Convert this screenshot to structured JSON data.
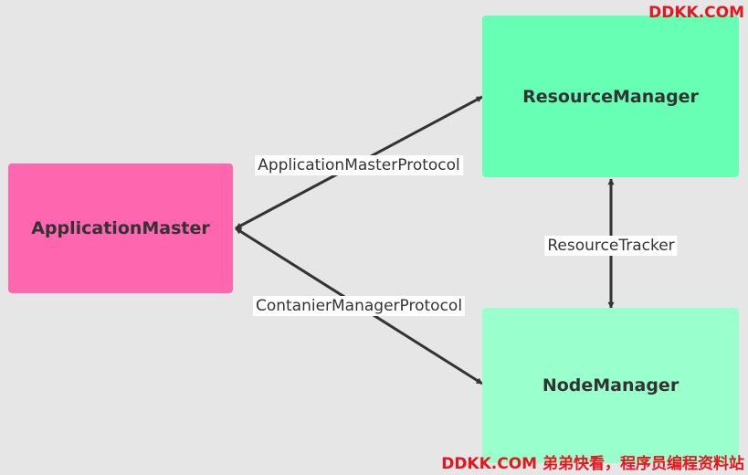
{
  "nodes": {
    "application_master": {
      "label": "ApplicationMaster",
      "color": "#ff66b0"
    },
    "resource_manager": {
      "label": "ResourceManager",
      "color": "#66ffb3"
    },
    "node_manager": {
      "label": "NodeManager",
      "color": "#99ffcc"
    }
  },
  "edges": {
    "am_rm": {
      "label": "ApplicationMasterProtocol",
      "from": "ApplicationMaster",
      "to": "ResourceManager",
      "direction": "both"
    },
    "am_nm": {
      "label": "ContanierManagerProtocol",
      "from": "ApplicationMaster",
      "to": "NodeManager",
      "direction": "both"
    },
    "rm_nm": {
      "label": "ResourceTracker",
      "from": "ResourceManager",
      "to": "NodeManager",
      "direction": "both"
    }
  },
  "watermarks": {
    "top": "DDKK.COM",
    "bottom": "DDKK.COM 弟弟快看，程序员编程资料站"
  },
  "colors": {
    "background": "#e6e6e6",
    "edge": "#333333",
    "watermark": "#e8141e"
  }
}
